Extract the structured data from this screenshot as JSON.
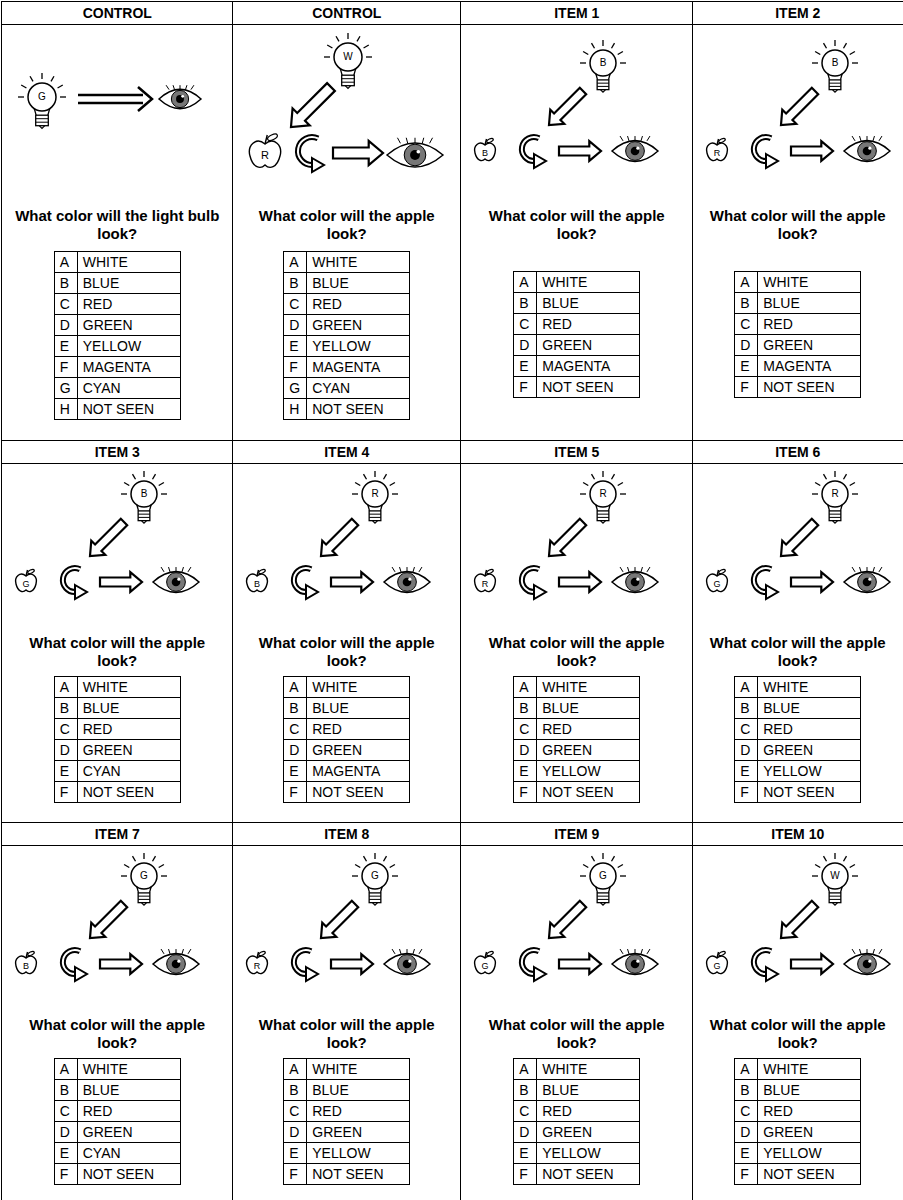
{
  "diagram": {
    "nodes": [
      {
        "text": [
          "CONTROL",
          "What color will the light bulb look?"
        ]
      },
      {
        "text": [
          "CONTROL",
          "What color will the apple look?"
        ]
      },
      {
        "text": [
          "ITEM 1",
          "What color will the apple look?"
        ]
      },
      {
        "text": [
          "ITEM 2",
          "What color will the apple look?"
        ]
      },
      {
        "text": [
          "ITEM 3",
          "What color will the apple look?"
        ]
      },
      {
        "text": [
          "ITEM 4",
          "What color will the apple look?"
        ]
      },
      {
        "text": [
          "ITEM 5",
          "What color will the apple look?"
        ]
      },
      {
        "text": [
          "ITEM 6",
          "What color will the apple look?"
        ]
      },
      {
        "text": [
          "ITEM 7",
          "What color will the apple look?"
        ]
      },
      {
        "text": [
          "ITEM 8",
          "What color will the apple look?"
        ]
      },
      {
        "text": [
          "ITEM 9",
          "What color will the apple look?"
        ]
      },
      {
        "text": [
          "ITEM 10",
          "What color will the apple look?"
        ]
      }
    ],
    "labels": [
      "G",
      "A",
      "WHITE",
      "B",
      "BLUE",
      "C",
      "RED",
      "D",
      "GREEN",
      "E",
      "YELLOW",
      "F",
      "MAGENTA",
      "G",
      "CYAN",
      "H",
      "NOT SEEN",
      "W",
      "R",
      "A",
      "WHITE",
      "B",
      "BLUE",
      "C",
      "RED",
      "D",
      "GREEN",
      "E",
      "YELLOW",
      "F",
      "MAGENTA",
      "G",
      "CYAN",
      "H",
      "NOT SEEN",
      "B",
      "B",
      "A",
      "WHITE",
      "B",
      "BLUE",
      "C",
      "RED",
      "D",
      "GREEN",
      "E",
      "MAGENTA",
      "F",
      "NOT SEEN",
      "B",
      "R",
      "A",
      "WHITE",
      "B",
      "BLUE",
      "C",
      "RED",
      "D",
      "GREEN",
      "E",
      "MAGENTA",
      "F",
      "NOT SEEN",
      "B",
      "G",
      "A",
      "WHITE",
      "B",
      "BLUE",
      "C",
      "RED",
      "D",
      "GREEN",
      "E",
      "CYAN",
      "F",
      "NOT SEEN",
      "R",
      "B",
      "A",
      "WHITE",
      "B",
      "BLUE",
      "C",
      "RED",
      "D",
      "GREEN",
      "E",
      "MAGENTA",
      "F",
      "NOT SEEN",
      "R",
      "R",
      "A",
      "WHITE",
      "B",
      "BLUE",
      "C",
      "RED",
      "D",
      "GREEN",
      "E",
      "YELLOW",
      "F",
      "NOT SEEN",
      "R",
      "G",
      "A",
      "WHITE",
      "B",
      "BLUE",
      "C",
      "RED",
      "D",
      "GREEN",
      "E",
      "YELLOW",
      "F",
      "NOT SEEN",
      "G",
      "B",
      "A",
      "WHITE",
      "B",
      "BLUE",
      "C",
      "RED",
      "D",
      "GREEN",
      "E",
      "CYAN",
      "F",
      "NOT SEEN",
      "G",
      "R",
      "A",
      "WHITE",
      "B",
      "BLUE",
      "C",
      "RED",
      "D",
      "GREEN",
      "E",
      "YELLOW",
      "F",
      "NOT SEEN",
      "G",
      "G",
      "A",
      "WHITE",
      "B",
      "BLUE",
      "C",
      "RED",
      "D",
      "GREEN",
      "E",
      "YELLOW",
      "F",
      "NOT SEEN",
      "W",
      "G",
      "A",
      "WHITE",
      "B",
      "BLUE",
      "C",
      "RED",
      "D",
      "GREEN",
      "E",
      "YELLOW",
      "F",
      "NOT SEEN"
    ]
  }
}
